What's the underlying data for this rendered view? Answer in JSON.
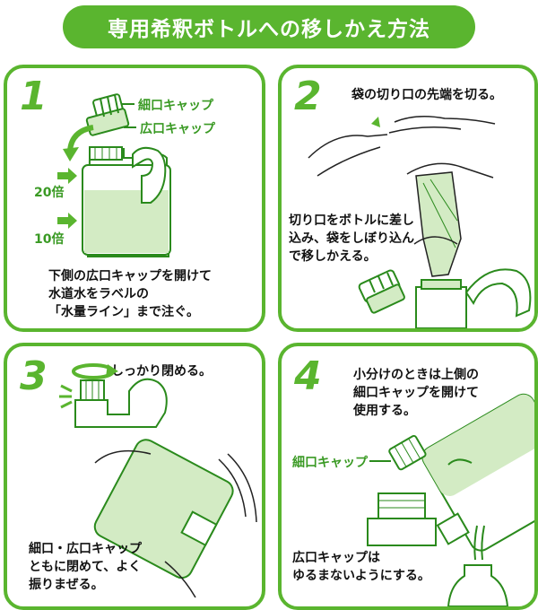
{
  "title": "専用希釈ボトルへの移しかえ方法",
  "colors": {
    "accent": "#5ab52f",
    "fill": "#d3ebc4",
    "text": "#111111"
  },
  "step1": {
    "number": "1",
    "small_cap_label": "細口キャップ",
    "wide_cap_label": "広口キャップ",
    "mark_20": "20倍",
    "mark_10": "10倍",
    "instruction_lines": [
      "下側の広口キャップを開けて",
      "水道水をラベルの",
      "「水量ライン」まで注ぐ。"
    ]
  },
  "step2": {
    "number": "2",
    "cut_text": "袋の切り口の先端を切る。",
    "instruction_lines": [
      "切り口をボトルに差し",
      "込み、袋をしぼり込ん",
      "で移しかえる。"
    ]
  },
  "step3": {
    "number": "3",
    "close_text": "しっかり閉める。",
    "instruction_lines": [
      "細口・広口キャップ",
      "ともに閉めて、よく",
      "振りまぜる。"
    ]
  },
  "step4": {
    "number": "4",
    "instruction_lines": [
      "小分けのときは上側の",
      "細口キャップを開けて",
      "使用する。"
    ],
    "small_cap_label": "細口キャップ",
    "note_lines": [
      "広口キャップは",
      "ゆるまないようにする。"
    ]
  }
}
